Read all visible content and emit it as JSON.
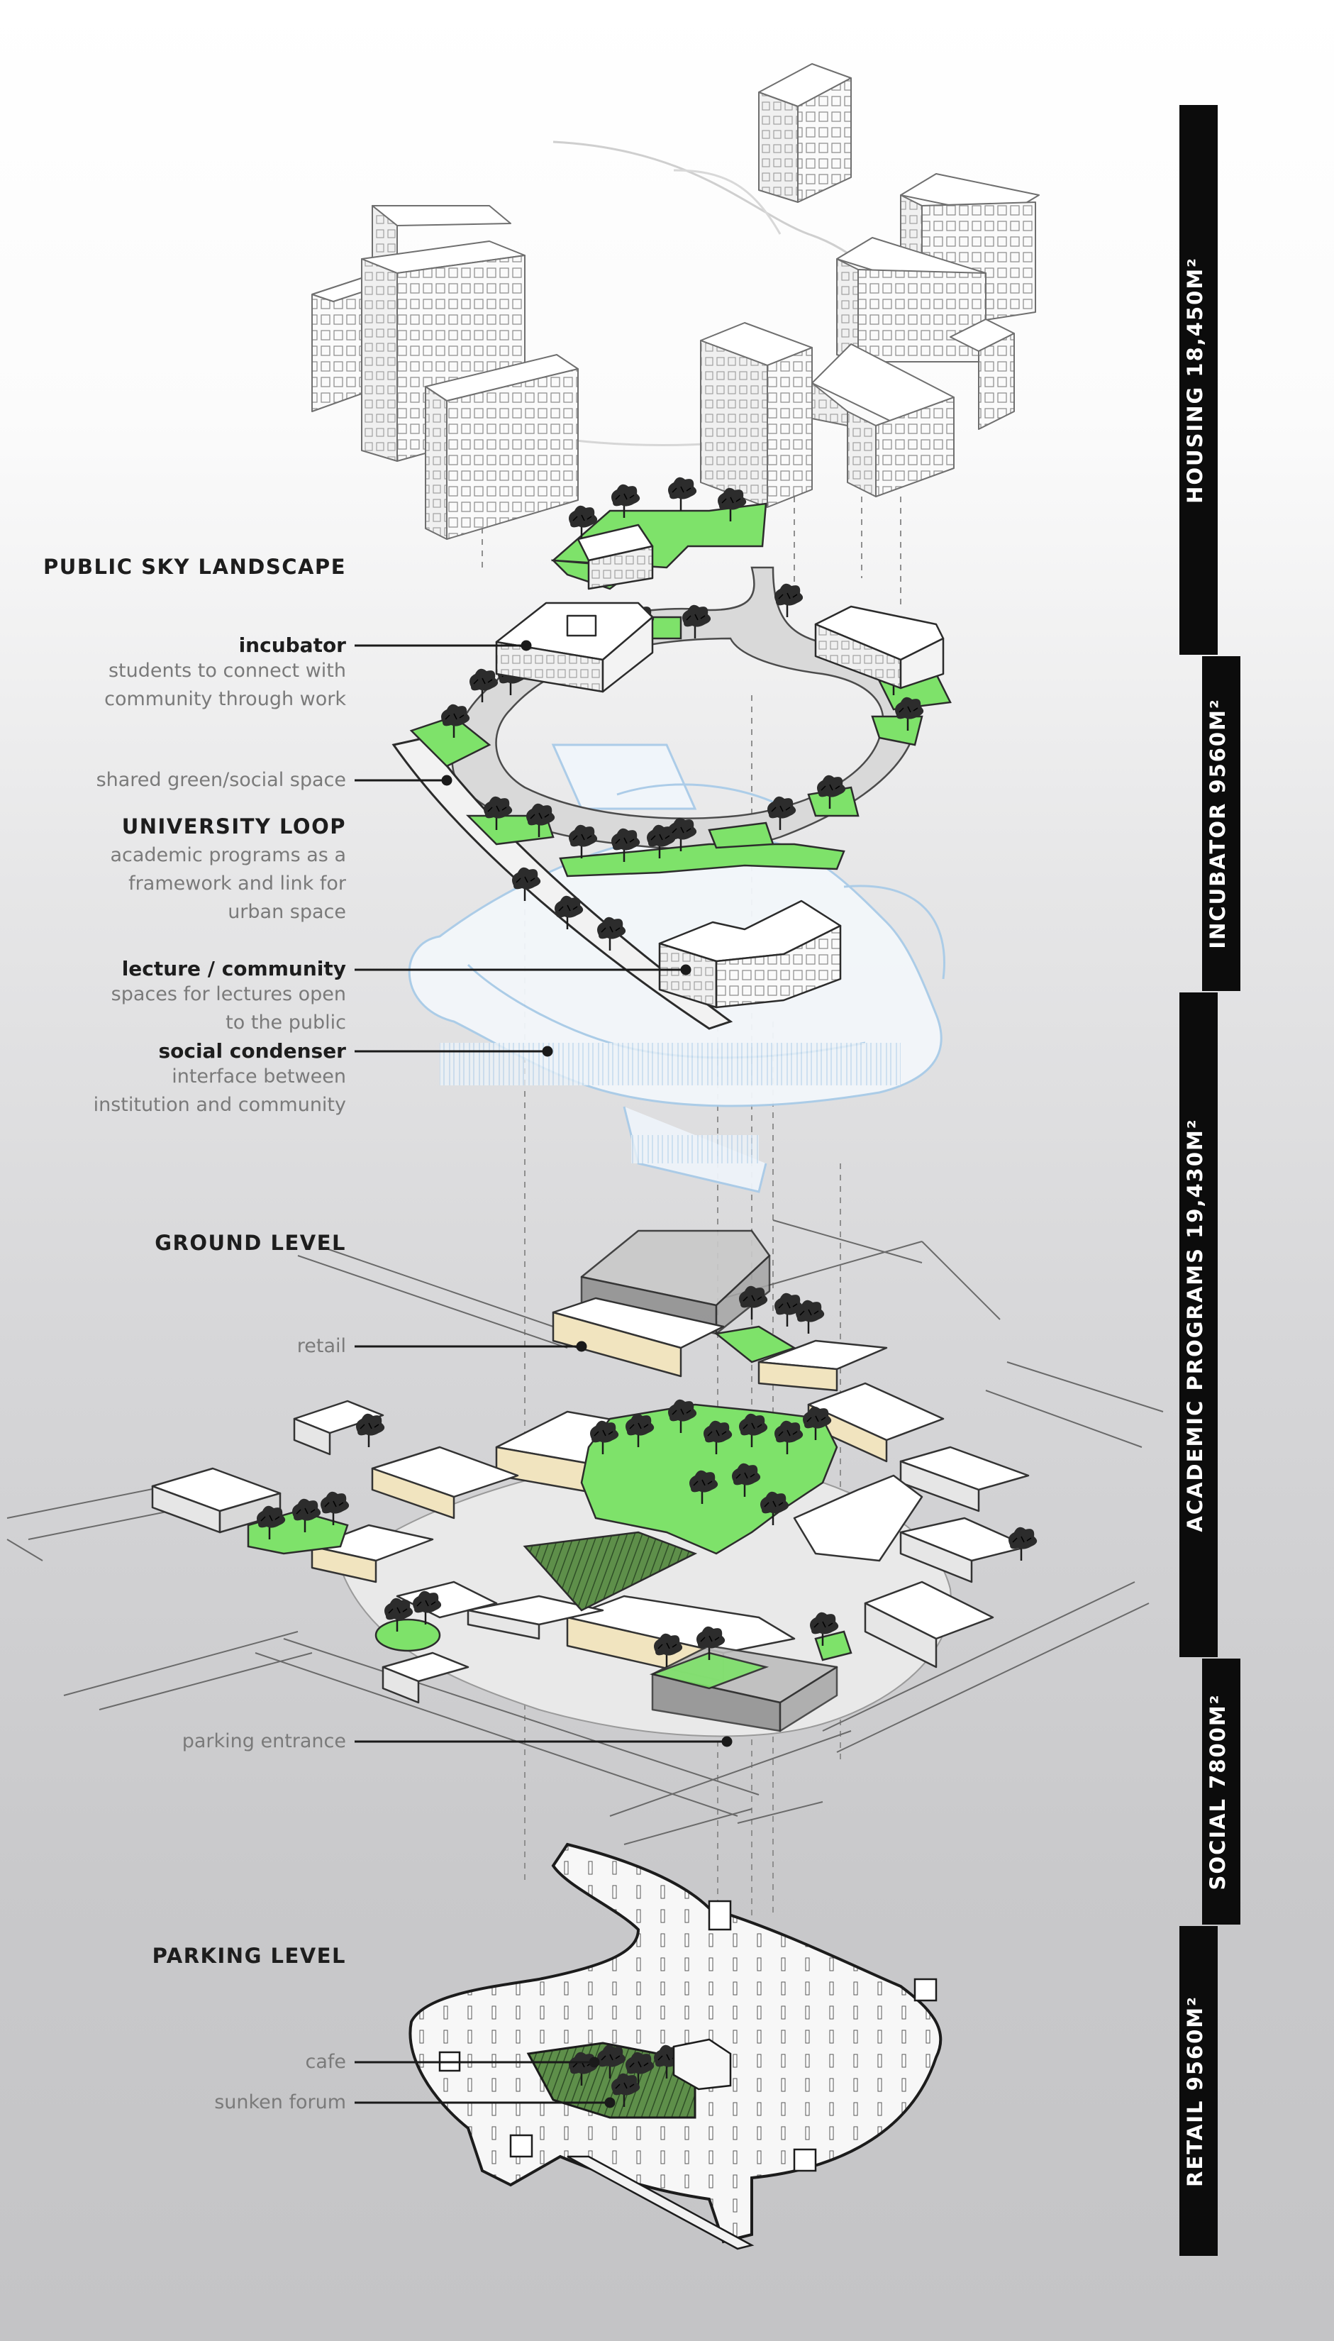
{
  "title": "",
  "levels": {
    "sky": "PUBLIC SKY LANDSCAPE",
    "university": "UNIVERSITY LOOP",
    "ground": "GROUND LEVEL",
    "parking": "PARKING LEVEL"
  },
  "annotations": {
    "incubator": {
      "title": "incubator",
      "lines": [
        "students to connect with",
        "community through work"
      ]
    },
    "shared": "shared green/social space",
    "university_desc": [
      "academic programs as a",
      "framework and link for",
      "urban space"
    ],
    "lecture": {
      "title": "lecture / community",
      "lines": [
        "spaces for lectures open",
        "to the public"
      ]
    },
    "social": {
      "title": "social condenser",
      "lines": [
        "interface between",
        "institution and community"
      ]
    },
    "retail": "retail",
    "parking_entrance": "parking entrance",
    "cafe": "cafe",
    "sunken_forum": "sunken forum"
  },
  "program_bars": [
    {
      "label": "HOUSING 18,450M²"
    },
    {
      "label": "INCUBATOR 9560M²"
    },
    {
      "label": "ACADEMIC PROGRAMS 19,430M²"
    },
    {
      "label": "SOCIAL 7800M²"
    },
    {
      "label": "RETAIL 9560M²"
    }
  ],
  "colors": {
    "green": "#7ee26a",
    "retail_tan": "#f1e4bf",
    "blue_ghost": "#a9cbe8",
    "bar": "#0c0c0c",
    "leader": "#1a1a1a"
  }
}
